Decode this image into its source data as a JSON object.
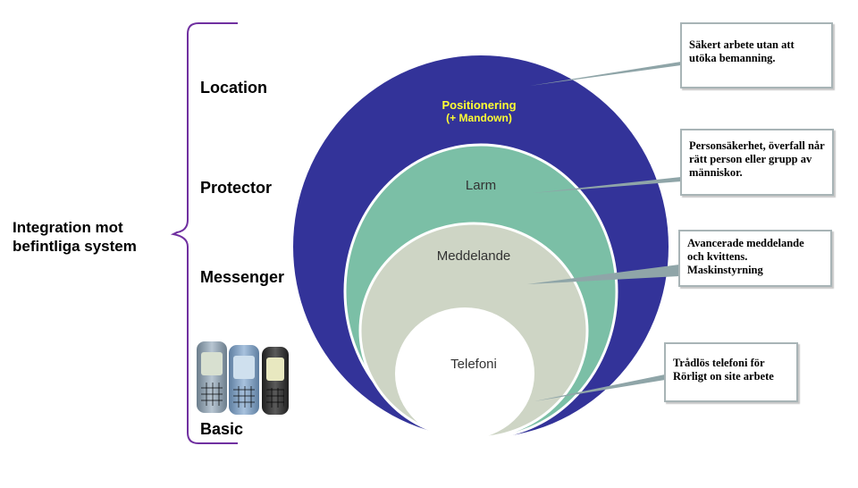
{
  "levels": {
    "location": "Location",
    "protector": "Protector",
    "messenger": "Messenger",
    "basic": "Basic"
  },
  "integration_label": "Integration mot befintliga system",
  "rings": {
    "outer": {
      "title": "Positionering",
      "subtitle": "(+ Mandown)",
      "color": "#333399",
      "text_color": "#ffff33"
    },
    "second": {
      "title": "Larm",
      "color": "#7bbfa6"
    },
    "third": {
      "title": "Meddelande",
      "color": "#ced5c5"
    },
    "inner": {
      "title": "Telefoni",
      "color": "#ffffff"
    }
  },
  "callouts": {
    "c1": "Säkert arbete utan att utöka bemanning.",
    "c2": "Personsäkerhet, överfall når rätt person eller grupp av människor.",
    "c3": "Avancerade meddelande och kvittens. Maskinstyrning",
    "c4": "Trådlös telefoni för Rörligt on site arbete"
  },
  "colors": {
    "bracket": "#7030a0",
    "callout_border": "#a8b4b6",
    "leader": "#8fa5a8"
  },
  "icons": [
    "phone-icon",
    "phone-icon",
    "phone-icon"
  ]
}
